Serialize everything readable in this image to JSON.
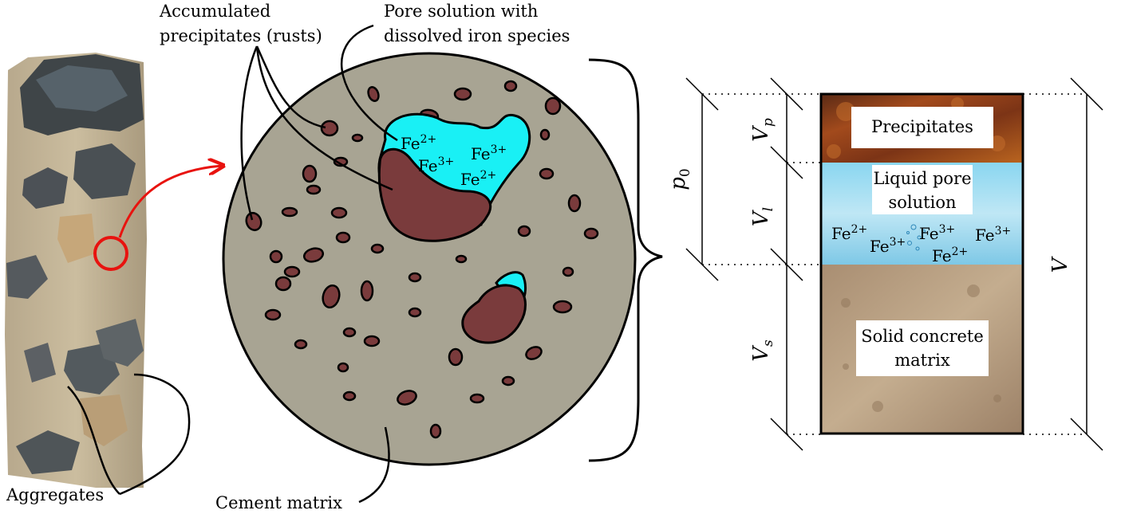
{
  "colors": {
    "cement_matrix": "#a8a493",
    "precipitate": "#7a3b3c",
    "pore_solution": "#19f0f5",
    "arrow": "#e8130f",
    "outline": "#000000"
  },
  "left_panel": {
    "aggregates_label": "Aggregates",
    "rust_label_line1": "Accumulated",
    "rust_label_line2": "precipitates (rusts)",
    "pore_label_line1": "Pore solution with",
    "pore_label_line2": "dissolved iron species",
    "cement_label": "Cement matrix",
    "ions": {
      "a": {
        "base": "Fe",
        "sup": "2+"
      },
      "b": {
        "base": "Fe",
        "sup": "3+"
      },
      "c": {
        "base": "Fe",
        "sup": "3+"
      },
      "d": {
        "base": "Fe",
        "sup": "2+"
      }
    }
  },
  "right_panel": {
    "precipitates_label": "Precipitates",
    "liquid_line1": "Liquid pore",
    "liquid_line2": "solution",
    "solid_line1": "Solid concrete",
    "solid_line2": "matrix",
    "ions": {
      "a": {
        "base": "Fe",
        "sup": "2+"
      },
      "b": {
        "base": "Fe",
        "sup": "3+"
      },
      "c": {
        "base": "Fe",
        "sup": "3+"
      },
      "d": {
        "base": "Fe",
        "sup": "2+"
      },
      "e": {
        "base": "Fe",
        "sup": "3+"
      }
    },
    "dims": {
      "p0": {
        "base": "p",
        "sub": "0"
      },
      "vp": {
        "base": "V",
        "sub": "p"
      },
      "vl": {
        "base": "V",
        "sub": "l"
      },
      "vs": {
        "base": "V",
        "sub": "s"
      },
      "v": {
        "base": "V",
        "sub": ""
      }
    }
  }
}
